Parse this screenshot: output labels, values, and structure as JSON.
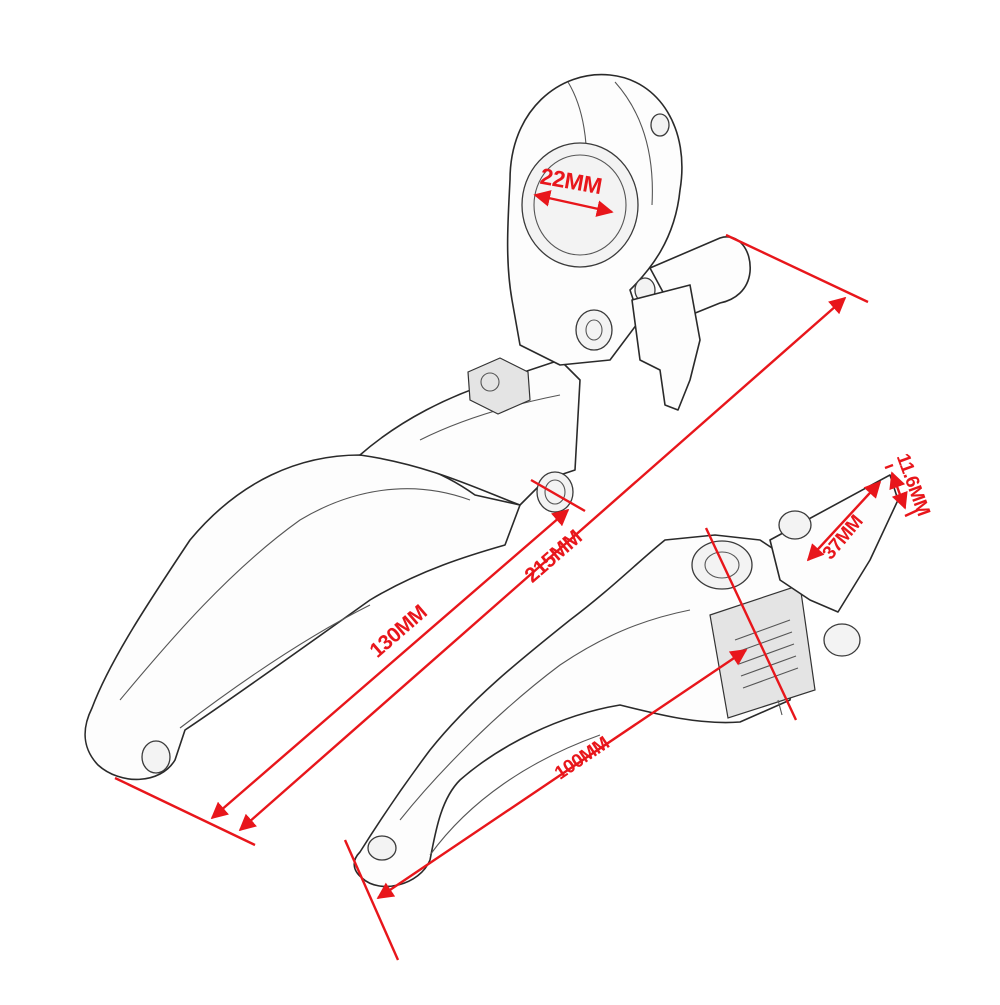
{
  "diagram": {
    "subject": "Motorcycle clutch lever and brake lever dimension drawing",
    "accent_color": "#e8161b",
    "line_art_color": "#2a2a2a",
    "background": "#ffffff"
  },
  "dimensions": {
    "clamp_diameter": {
      "label": "22MM",
      "value": 22,
      "unit": "MM"
    },
    "clutch_overall_length": {
      "label": "215MM",
      "value": 215,
      "unit": "MM"
    },
    "clutch_lever_length": {
      "label": "130MM",
      "value": 130,
      "unit": "MM"
    },
    "brake_lever_length": {
      "label": "100MM",
      "value": 100,
      "unit": "MM"
    },
    "brake_blade_length": {
      "label": "37MM",
      "value": 37,
      "unit": "MM"
    },
    "brake_blade_width": {
      "label": "11.6MM",
      "value": 11.6,
      "unit": "MM"
    }
  },
  "parts": {
    "left": "clutch-lever-assembly",
    "right": "brake-lever"
  }
}
